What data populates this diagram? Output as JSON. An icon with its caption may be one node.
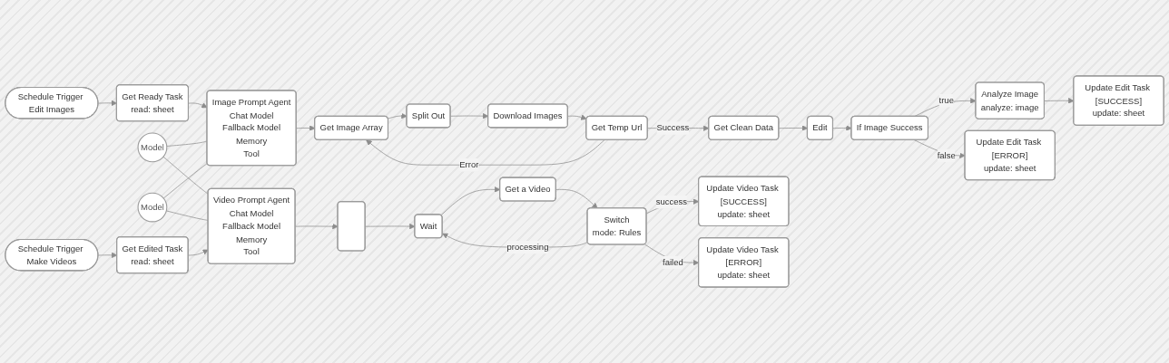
{
  "diagram": {
    "nodes": [
      {
        "text": [
          "Schedule Trigger Edit Images"
        ]
      },
      {
        "text": [
          "Get Ready Task",
          "read: sheet"
        ]
      },
      {
        "text": [
          "Image Prompt Agent",
          "Chat Model",
          "Fallback Model",
          "Memory",
          "Tool"
        ]
      },
      {
        "text": [
          "Get Image Array"
        ]
      },
      {
        "text": [
          "Split Out"
        ]
      },
      {
        "text": [
          "Download Images"
        ]
      },
      {
        "text": [
          "Get Temp Url"
        ]
      },
      {
        "text": [
          "Get Clean Data"
        ]
      },
      {
        "text": [
          "Edit"
        ]
      },
      {
        "text": [
          "If Image Success"
        ]
      },
      {
        "text": [
          "Analyze Image",
          "analyze: image"
        ]
      },
      {
        "text": [
          "Update Edit Task [SUCCESS]",
          "update: sheet"
        ]
      },
      {
        "text": [
          "Update Edit Task [ERROR]",
          "update: sheet"
        ]
      },
      {
        "text": [
          "Model"
        ]
      },
      {
        "text": [
          "Model"
        ]
      },
      {
        "text": [
          "Schedule Trigger Make Videos"
        ]
      },
      {
        "text": [
          "Get Edited Task",
          "read: sheet"
        ]
      },
      {
        "text": [
          "Video Prompt Agent",
          "Chat Model",
          "Fallback Model",
          "Memory",
          "Tool"
        ]
      },
      {
        "text": [],
        "shape": "box"
      },
      {
        "text": [
          "Wait"
        ]
      },
      {
        "text": [
          "Get a Video"
        ]
      },
      {
        "text": [
          "Switch",
          "mode: Rules"
        ]
      },
      {
        "text": [
          "Update Video Task [SUCCESS]",
          "update: sheet"
        ]
      },
      {
        "text": [
          "Update Video Task [ERROR]",
          "update: sheet"
        ]
      }
    ],
    "edges": [
      {
        "from": 0,
        "to": 1,
        "arrow": "to"
      },
      {
        "from": 1,
        "to": 2,
        "arrow": "to"
      },
      {
        "from": 2,
        "to": 3,
        "arrow": "to"
      },
      {
        "from": 3,
        "to": 4,
        "arrow": "to"
      },
      {
        "from": 4,
        "to": 5,
        "arrow": "to"
      },
      {
        "from": 5,
        "to": 6,
        "arrow": "to"
      },
      {
        "from": 6,
        "to": 7,
        "arrow": "to",
        "label": "Success"
      },
      {
        "from": 6,
        "to": 3,
        "arrow": "to",
        "label": "Error"
      },
      {
        "from": 7,
        "to": 8,
        "arrow": "to"
      },
      {
        "from": 8,
        "to": 9,
        "arrow": "to"
      },
      {
        "from": 9,
        "to": 10,
        "arrow": "to",
        "label": "true"
      },
      {
        "from": 9,
        "to": 12,
        "arrow": "to",
        "label": "false"
      },
      {
        "from": 10,
        "to": 11,
        "arrow": "to"
      },
      {
        "from": 13,
        "to": 2,
        "arrow": "none"
      },
      {
        "from": 14,
        "to": 2,
        "arrow": "none"
      },
      {
        "from": 13,
        "to": 17,
        "arrow": "none"
      },
      {
        "from": 14,
        "to": 17,
        "arrow": "none"
      },
      {
        "from": 15,
        "to": 16,
        "arrow": "to"
      },
      {
        "from": 16,
        "to": 17,
        "arrow": "to"
      },
      {
        "from": 17,
        "to": 18,
        "arrow": "to"
      },
      {
        "from": 18,
        "to": 19,
        "arrow": "to"
      },
      {
        "from": 19,
        "to": 20,
        "arrow": "to"
      },
      {
        "from": 20,
        "to": 21,
        "arrow": "to"
      },
      {
        "from": 21,
        "to": 22,
        "arrow": "to",
        "label": "success"
      },
      {
        "from": 21,
        "to": 23,
        "arrow": "to",
        "label": "failed"
      },
      {
        "from": 21,
        "to": 19,
        "arrow": "to",
        "label": "processing"
      }
    ]
  }
}
